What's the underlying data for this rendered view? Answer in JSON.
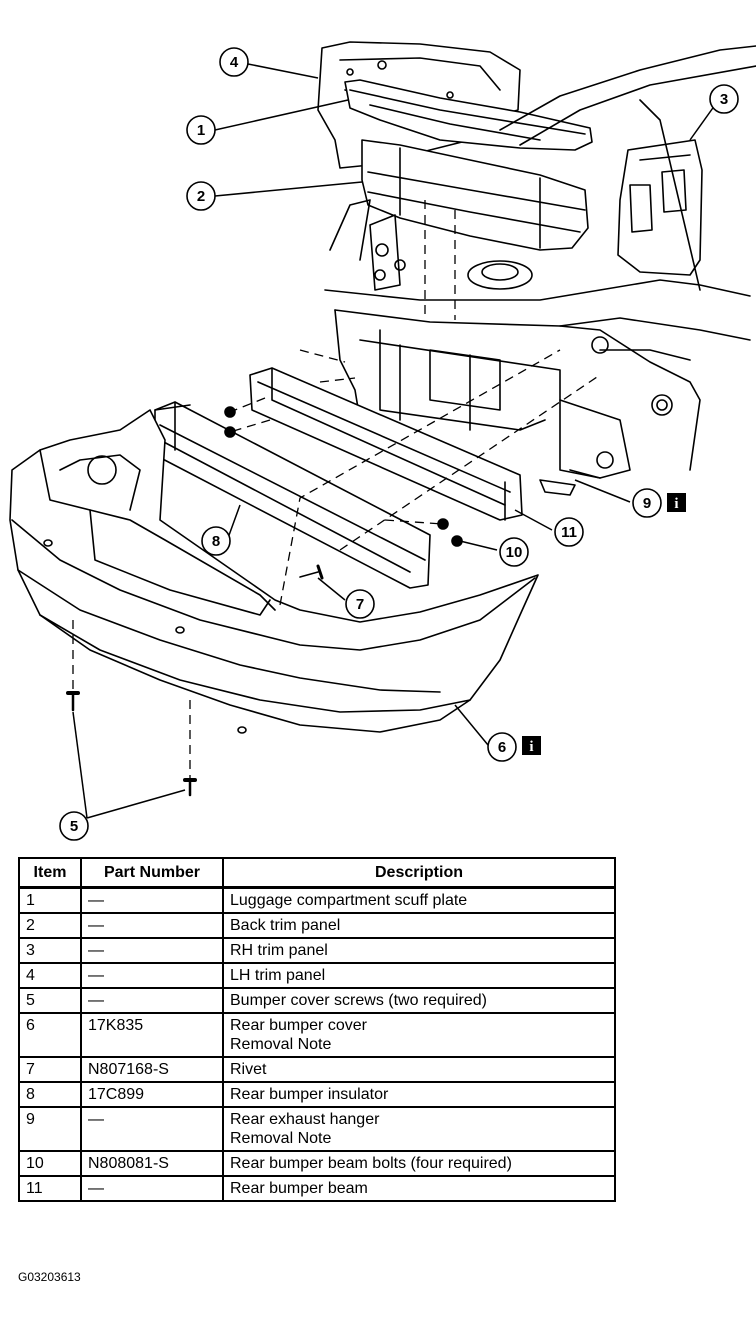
{
  "callouts": {
    "c1": "1",
    "c2": "2",
    "c3": "3",
    "c4": "4",
    "c5": "5",
    "c6": "6",
    "c7": "7",
    "c8": "8",
    "c9": "9",
    "c10": "10",
    "c11": "11",
    "info": "i"
  },
  "table": {
    "headers": {
      "item": "Item",
      "part_number": "Part Number",
      "description": "Description"
    },
    "rows": [
      {
        "item": "1",
        "part_number": "—",
        "description": "Luggage compartment scuff plate",
        "note": ""
      },
      {
        "item": "2",
        "part_number": "—",
        "description": "Back trim panel",
        "note": ""
      },
      {
        "item": "3",
        "part_number": "—",
        "description": "RH trim panel",
        "note": ""
      },
      {
        "item": "4",
        "part_number": "—",
        "description": "LH trim panel",
        "note": ""
      },
      {
        "item": "5",
        "part_number": "—",
        "description": "Bumper cover screws (two required)",
        "note": ""
      },
      {
        "item": "6",
        "part_number": "17K835",
        "description": "Rear bumper cover",
        "note": "Removal Note"
      },
      {
        "item": "7",
        "part_number": "N807168-S",
        "description": "Rivet",
        "note": ""
      },
      {
        "item": "8",
        "part_number": "17C899",
        "description": "Rear bumper insulator",
        "note": ""
      },
      {
        "item": "9",
        "part_number": "—",
        "description": "Rear exhaust hanger",
        "note": "Removal Note"
      },
      {
        "item": "10",
        "part_number": "N808081-S",
        "description": "Rear bumper beam bolts (four required)",
        "note": ""
      },
      {
        "item": "11",
        "part_number": "—",
        "description": "Rear bumper beam",
        "note": ""
      }
    ]
  },
  "figure_id": "G03203613"
}
